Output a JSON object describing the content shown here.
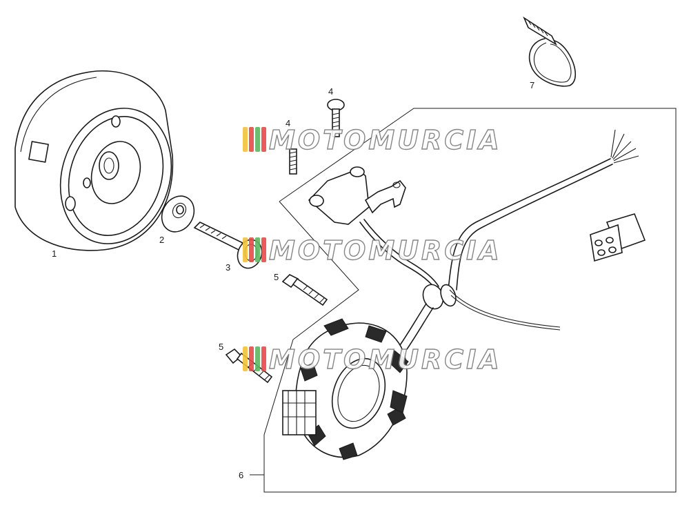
{
  "labels": {
    "p1": "1",
    "p2": "2",
    "p3": "3",
    "p4a": "4",
    "p4b": "4",
    "p5a": "5",
    "p5b": "5",
    "p6": "6",
    "p7": "7"
  },
  "watermark": {
    "text": "MOTOMURCIA",
    "stripe_colors": [
      "#f6c23e",
      "#e84a4a",
      "#5fb85f",
      "#e84a4a"
    ]
  },
  "colors": {
    "ink": "#1a1a1a",
    "watermark_outline": "#7a7a7a"
  }
}
